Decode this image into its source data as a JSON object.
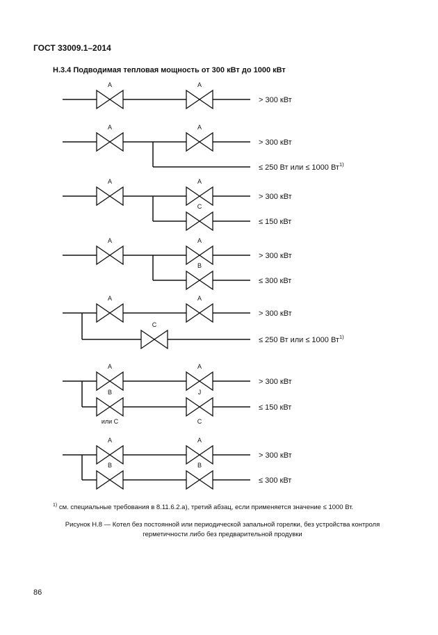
{
  "header": {
    "standard": "ГОСТ 33009.1–2014"
  },
  "section": {
    "title": "Н.3.4 Подводимая тепловая мощность от 300 кВт до 1000 кВт"
  },
  "diagrams": [
    {
      "valves": [
        {
          "label": "A"
        },
        {
          "label": "A"
        }
      ],
      "outputs": [
        {
          "text": "> 300 кВт"
        }
      ]
    },
    {
      "valves": [
        {
          "label": "A"
        },
        {
          "label": "A"
        }
      ],
      "outputs": [
        {
          "text": "> 300 кВт"
        },
        {
          "text": "≤ 250 Вт или ≤ 1000 Вт",
          "sup": "1)"
        }
      ]
    },
    {
      "valves": [
        {
          "label": "A"
        },
        {
          "label": "A"
        },
        {
          "label": "C"
        }
      ],
      "outputs": [
        {
          "text": "> 300 кВт"
        },
        {
          "text": "≤ 150 кВт"
        }
      ]
    },
    {
      "valves": [
        {
          "label": "A"
        },
        {
          "label": "A"
        },
        {
          "label": "B"
        }
      ],
      "outputs": [
        {
          "text": "> 300 кВт"
        },
        {
          "text": "≤ 300 кВт"
        }
      ]
    },
    {
      "valves": [
        {
          "label": "A"
        },
        {
          "label": "A"
        },
        {
          "label": "C"
        }
      ],
      "outputs": [
        {
          "text": "> 300 кВт"
        },
        {
          "text": "≤ 250 Вт или ≤ 1000 Вт",
          "sup": "1)"
        }
      ]
    },
    {
      "valves": [
        {
          "label": "A"
        },
        {
          "label": "A"
        },
        {
          "label": "B"
        },
        {
          "label": "J"
        }
      ],
      "alt_labels": [
        "или  C",
        "C"
      ],
      "outputs": [
        {
          "text": "> 300 кВт"
        },
        {
          "text": "≤ 150 кВт"
        }
      ]
    },
    {
      "valves": [
        {
          "label": "A"
        },
        {
          "label": "A"
        },
        {
          "label": "B"
        },
        {
          "label": "B"
        }
      ],
      "outputs": [
        {
          "text": "> 300 кВт"
        },
        {
          "text": "≤ 300 кВт"
        }
      ]
    }
  ],
  "footnote": {
    "marker": "1)",
    "text": " см. специальные требования в 8.11.6.2.а), третий абзац, если применяется значение ≤ 1000 Вт."
  },
  "caption": {
    "text": "Рисунок Н.8 — Котел без постоянной или периодической запальной горелки, без устройства контроля герметичности либо без предварительной продувки"
  },
  "page": {
    "number": "86"
  }
}
